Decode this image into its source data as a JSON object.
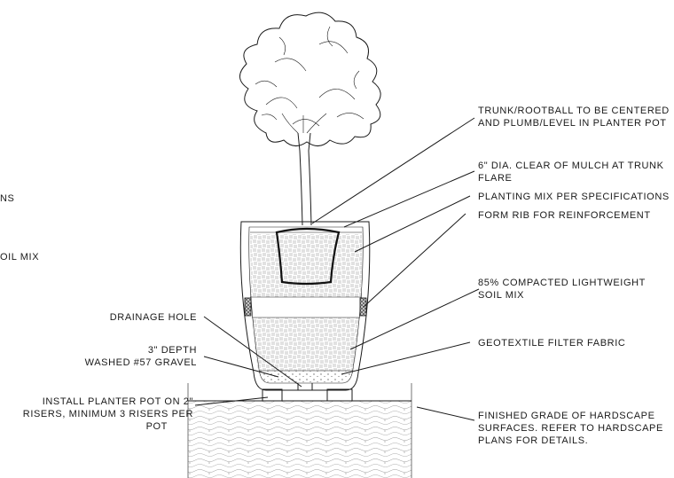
{
  "left_fragments": {
    "fragment_1": "NS",
    "fragment_2": "OIL MIX"
  },
  "callouts_right": {
    "trunk_center_1": "TRUNK/ROOTBALL TO BE CENTERED",
    "trunk_center_2": "AND PLUMB/LEVEL IN PLANTER POT",
    "mulch_clear_1": "6\" DIA. CLEAR OF MULCH AT TRUNK",
    "mulch_clear_2": "FLARE",
    "planting_mix": "PLANTING MIX PER SPECIFICATIONS",
    "form_rib": "FORM RIB FOR REINFORCEMENT",
    "soil_mix_1": "85% COMPACTED LIGHTWEIGHT",
    "soil_mix_2": "SOIL MIX",
    "geotextile": "GEOTEXTILE FILTER FABRIC",
    "grade_1": "FINISHED GRADE OF HARDSCAPE",
    "grade_2": "SURFACES. REFER TO HARDSCAPE",
    "grade_3": "PLANS FOR DETAILS."
  },
  "callouts_left": {
    "drainage_hole": "DRAINAGE HOLE",
    "gravel_1": "3\" DEPTH",
    "gravel_2": "WASHED #57 GRAVEL",
    "risers_1": "INSTALL PLANTER POT ON 2\"",
    "risers_2": "RISERS, MINIMUM 3 RISERS PER",
    "risers_3": "POT"
  }
}
